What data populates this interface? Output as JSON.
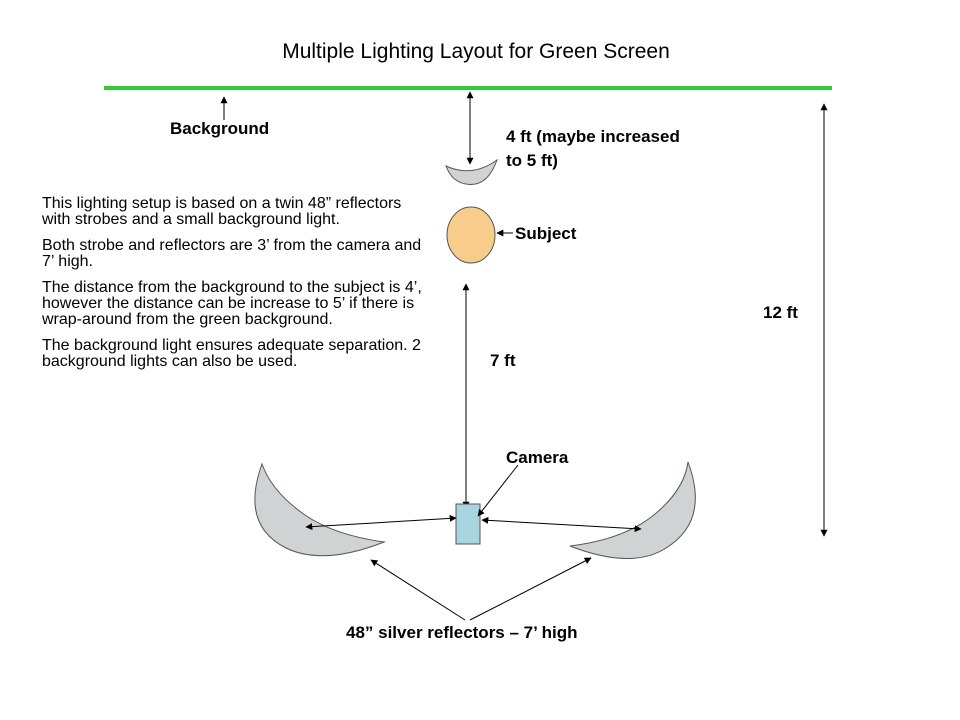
{
  "title": "Multiple Lighting Layout for Green Screen",
  "labels": {
    "background": "Background",
    "four_ft_line1": "4 ft  (maybe increased",
    "four_ft_line2": "to 5 ft)",
    "subject": "Subject",
    "twelve_ft": "12 ft",
    "seven_ft": "7 ft",
    "camera": "Camera",
    "reflectors": "48” silver reflectors – 7’ high"
  },
  "description": [
    "This lighting setup is based on a twin 48” reflectors with strobes and a small background light.",
    "Both strobe and reflectors are 3’ from the camera and 7’ high.",
    "The distance from the background to the subject is 4’, however the distance can be increase to 5’ if there is wrap-around from the green background.",
    "The background light ensures adequate separation.  2 background lights can also be used."
  ],
  "colors": {
    "green_screen": "#33cc33",
    "reflector": "#d0d3d4",
    "subject": "#f8cc8c",
    "camera": "#a8d6e0"
  }
}
